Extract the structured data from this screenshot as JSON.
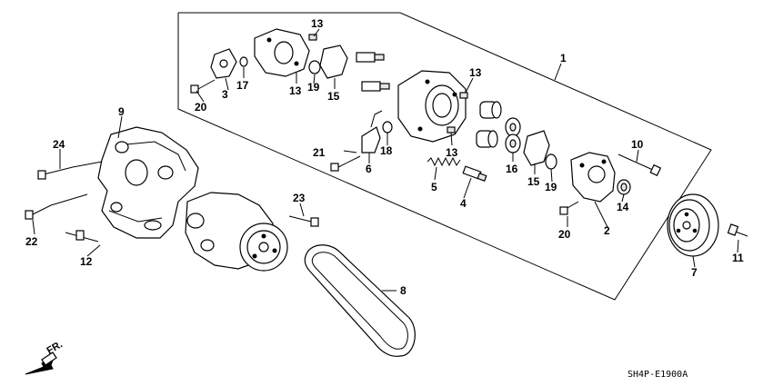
{
  "diagram": {
    "callouts": [
      "1",
      "2",
      "3",
      "4",
      "5",
      "6",
      "7",
      "8",
      "9",
      "10",
      "11",
      "12",
      "13",
      "13",
      "13",
      "13",
      "14",
      "15",
      "15",
      "16",
      "17",
      "18",
      "19",
      "19",
      "20",
      "20",
      "21",
      "22",
      "23",
      "24"
    ],
    "diagram_code": "SH4P-E1900A",
    "direction_label": "FR."
  }
}
